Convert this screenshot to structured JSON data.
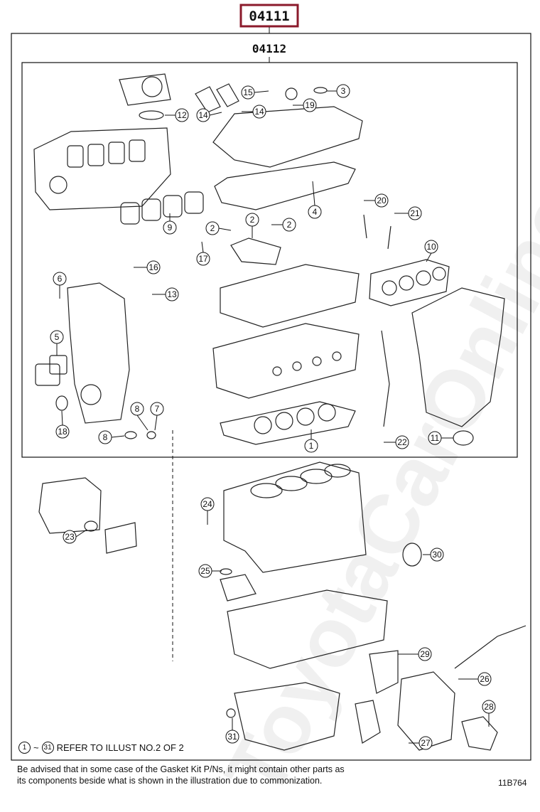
{
  "header": {
    "outer_kit_code": "04111",
    "inner_kit_code": "04112",
    "outer_kit_color": "#8b1a2b"
  },
  "callouts": [
    "1",
    "2",
    "2",
    "2",
    "3",
    "4",
    "6",
    "5",
    "7",
    "8",
    "8",
    "9",
    "10",
    "11",
    "12",
    "13",
    "14",
    "14",
    "15",
    "16",
    "17",
    "18",
    "19",
    "20",
    "21",
    "22",
    "23",
    "24",
    "25",
    "26",
    "27",
    "28",
    "29",
    "30",
    "31"
  ],
  "reference_note": {
    "from": "1",
    "separator": "~",
    "to": "31",
    "text": "REFER TO ILLUST NO.2 OF 2"
  },
  "footer": {
    "line1": "Be advised that in some case of the Gasket Kit P/Ns,  it might contain other parts as",
    "line2": "its components beside what is shown in the illustration due to commonization."
  },
  "illustration_number": "11B764",
  "watermark_text": "ToyotaCarOnline.ru"
}
